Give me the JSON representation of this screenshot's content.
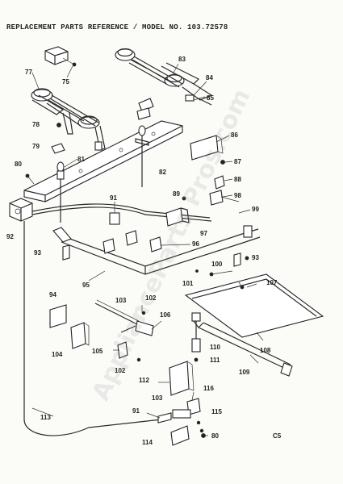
{
  "header": {
    "title": "REPLACEMENT PARTS REFERENCE / MODEL NO. 103.72578"
  },
  "watermark": "ApplianceParts Pros.com",
  "diagram_code": "C5",
  "callouts": [
    {
      "id": "c77",
      "label": "77"
    },
    {
      "id": "c75",
      "label": "75"
    },
    {
      "id": "c83",
      "label": "83"
    },
    {
      "id": "c84",
      "label": "84"
    },
    {
      "id": "c85",
      "label": "85"
    },
    {
      "id": "c78",
      "label": "78"
    },
    {
      "id": "c79",
      "label": "79"
    },
    {
      "id": "c80a",
      "label": "80"
    },
    {
      "id": "c81",
      "label": "81"
    },
    {
      "id": "c82",
      "label": "82"
    },
    {
      "id": "c86",
      "label": "86"
    },
    {
      "id": "c87",
      "label": "87"
    },
    {
      "id": "c88",
      "label": "88"
    },
    {
      "id": "c89",
      "label": "89"
    },
    {
      "id": "c98",
      "label": "98"
    },
    {
      "id": "c99",
      "label": "99"
    },
    {
      "id": "c91a",
      "label": "91"
    },
    {
      "id": "c92",
      "label": "92"
    },
    {
      "id": "c97",
      "label": "97"
    },
    {
      "id": "c96",
      "label": "96"
    },
    {
      "id": "c93a",
      "label": "93"
    },
    {
      "id": "c93b",
      "label": "93"
    },
    {
      "id": "c95",
      "label": "95"
    },
    {
      "id": "c100",
      "label": "100"
    },
    {
      "id": "c101",
      "label": "101"
    },
    {
      "id": "c107",
      "label": "107"
    },
    {
      "id": "c94",
      "label": "94"
    },
    {
      "id": "c103a",
      "label": "103"
    },
    {
      "id": "c102a",
      "label": "102"
    },
    {
      "id": "c106",
      "label": "106"
    },
    {
      "id": "c104",
      "label": "104"
    },
    {
      "id": "c105",
      "label": "105"
    },
    {
      "id": "c102b",
      "label": "102"
    },
    {
      "id": "c110",
      "label": "110"
    },
    {
      "id": "c111",
      "label": "111"
    },
    {
      "id": "c108",
      "label": "108"
    },
    {
      "id": "c109",
      "label": "109"
    },
    {
      "id": "c112",
      "label": "112"
    },
    {
      "id": "c103b",
      "label": "103"
    },
    {
      "id": "c116",
      "label": "116"
    },
    {
      "id": "c113",
      "label": "113"
    },
    {
      "id": "c91b",
      "label": "91"
    },
    {
      "id": "c115",
      "label": "115"
    },
    {
      "id": "c114",
      "label": "114"
    },
    {
      "id": "c80b",
      "label": "80"
    }
  ]
}
